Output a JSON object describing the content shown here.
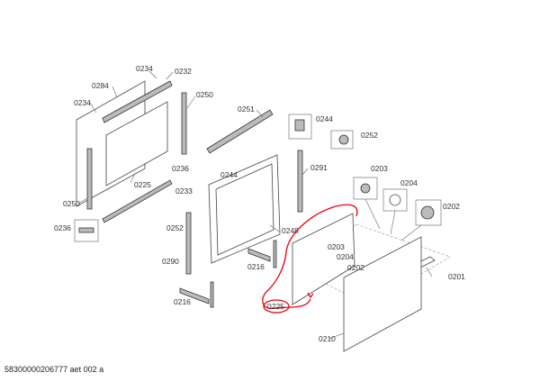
{
  "labels": [
    "0234",
    "0232",
    "0284",
    "0250",
    "0234",
    "0251",
    "0244",
    "0252",
    "0236",
    "0225",
    "0233",
    "0291",
    "0250",
    "0244",
    "0203",
    "0204",
    "0202",
    "0236",
    "0252",
    "0248",
    "0203",
    "0204",
    "0202",
    "0201",
    "0290",
    "0216",
    "0216",
    "0225",
    "0210"
  ],
  "footer": "58300000206777 aet 002 a",
  "colors": {
    "annotation": "#e8000b"
  }
}
